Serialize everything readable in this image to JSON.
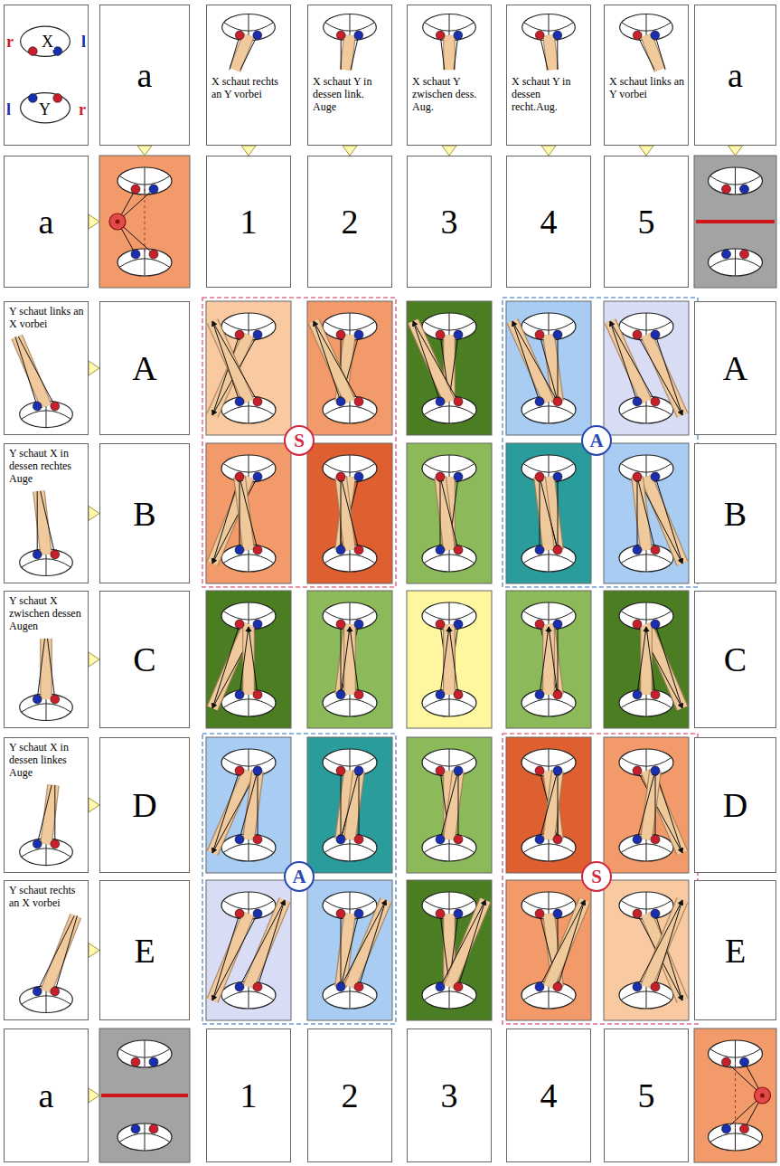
{
  "diagram": {
    "nodes": [
      {
        "text": [
          "r",
          "X",
          "l",
          "l",
          "Y",
          "r"
        ]
      },
      {
        "text": [
          "a"
        ]
      },
      {
        "text": [
          "X schaut rechts an Y vorbei"
        ]
      },
      {
        "text": [
          "X schaut Y in dessen link. Auge"
        ]
      },
      {
        "text": [
          "X schaut Y zwischen dess. Aug."
        ]
      },
      {
        "text": [
          "X schaut Y in dessen recht.Aug."
        ]
      },
      {
        "text": [
          "X schaut links an Y vorbei"
        ]
      },
      {
        "text": [
          "a"
        ]
      },
      {
        "text": [
          "a"
        ]
      },
      {
        "text": [
          "1"
        ]
      },
      {
        "text": [
          "2"
        ]
      },
      {
        "text": [
          "3"
        ]
      },
      {
        "text": [
          "4"
        ]
      },
      {
        "text": [
          "5"
        ]
      },
      {
        "text": [
          "Y schaut links an X vorbei"
        ]
      },
      {
        "text": [
          "A"
        ]
      },
      {
        "text": [
          "A"
        ]
      },
      {
        "text": [
          "Y schaut X in dessen rechtes Auge"
        ]
      },
      {
        "text": [
          "B"
        ]
      },
      {
        "text": [
          "B"
        ]
      },
      {
        "text": [
          "Y schaut X zwischen dessen Augen"
        ]
      },
      {
        "text": [
          "C"
        ]
      },
      {
        "text": [
          "C"
        ]
      },
      {
        "text": [
          "Y schaut X in dessen linkes Auge"
        ]
      },
      {
        "text": [
          "D"
        ]
      },
      {
        "text": [
          "D"
        ]
      },
      {
        "text": [
          "Y schaut rechts an X vorbei"
        ]
      },
      {
        "text": [
          "E"
        ]
      },
      {
        "text": [
          "E"
        ]
      },
      {
        "text": [
          "a"
        ]
      },
      {
        "text": [
          "1"
        ]
      },
      {
        "text": [
          "2"
        ]
      },
      {
        "text": [
          "3"
        ]
      },
      {
        "text": [
          "4"
        ]
      },
      {
        "text": [
          "5"
        ]
      },
      {
        "text": [
          "S"
        ]
      },
      {
        "text": [
          "A"
        ]
      },
      {
        "text": [
          "A"
        ]
      },
      {
        "text": [
          "S"
        ]
      }
    ],
    "edges": [
      {
        "from": 2,
        "to": 9,
        "arrow": "to"
      },
      {
        "from": 3,
        "to": 10,
        "arrow": "to"
      },
      {
        "from": 4,
        "to": 11,
        "arrow": "to"
      },
      {
        "from": 5,
        "to": 12,
        "arrow": "to"
      },
      {
        "from": 6,
        "to": 13,
        "arrow": "to"
      },
      {
        "from": 14,
        "to": 15,
        "arrow": "to"
      },
      {
        "from": 17,
        "to": 18,
        "arrow": "to"
      },
      {
        "from": 20,
        "to": 21,
        "arrow": "to"
      },
      {
        "from": 23,
        "to": 24,
        "arrow": "to"
      },
      {
        "from": 26,
        "to": 27,
        "arrow": "to"
      }
    ]
  }
}
